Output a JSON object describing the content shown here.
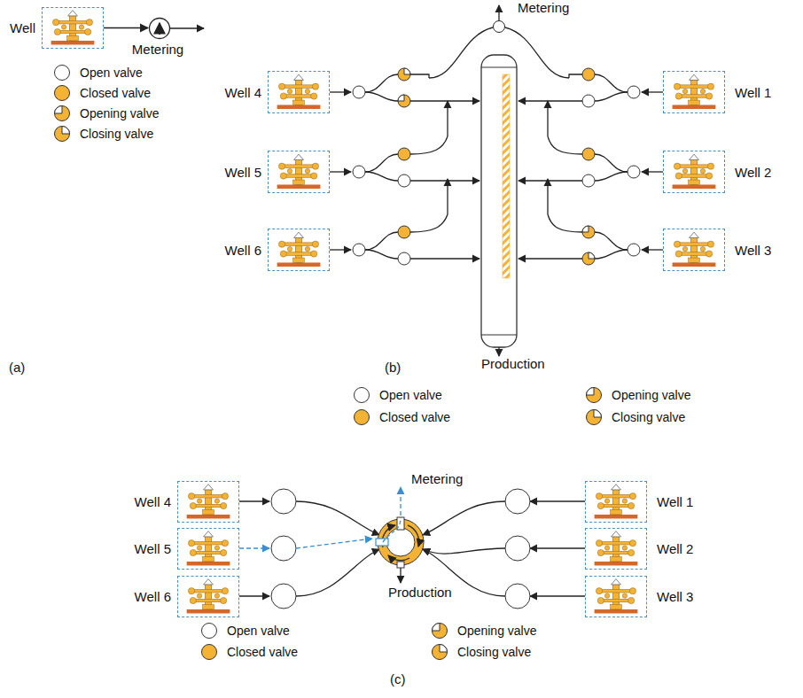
{
  "diagram": {
    "nodes": [
      {
        "text": [
          "Well"
        ]
      },
      {
        "text": [
          "Metering"
        ]
      },
      {
        "text": [
          "Metering"
        ]
      },
      {
        "text": [
          "Well 4"
        ]
      },
      {
        "text": [
          "Well 1"
        ]
      },
      {
        "text": [
          "Well 5"
        ]
      },
      {
        "text": [
          "Well 2"
        ]
      },
      {
        "text": [
          "Well 6"
        ]
      },
      {
        "text": [
          "Well 3"
        ]
      },
      {
        "text": [
          "Well 4"
        ]
      },
      {
        "text": [
          "Well 1"
        ]
      },
      {
        "text": [
          "Well 5"
        ]
      },
      {
        "text": [
          "Well 2"
        ]
      },
      {
        "text": [
          "Well 6"
        ]
      },
      {
        "text": [
          "Well 3"
        ]
      }
    ],
    "edges": [
      {
        "from": 0,
        "to": 1,
        "arrow": "to"
      }
    ],
    "labels": [
      "(a)",
      "(b)",
      "Production",
      "(c)",
      "Metering",
      "Production"
    ],
    "legend": [
      {
        "text": "Open valve",
        "color": "#ffffff"
      },
      {
        "text": "Closed valve",
        "color": "#f5b335"
      },
      {
        "text": "Opening valve"
      },
      {
        "text": "Closing valve"
      },
      {
        "text": "Open valve",
        "color": "#ffffff"
      },
      {
        "text": "Closed valve",
        "color": "#f5b335"
      },
      {
        "text": "Opening valve"
      },
      {
        "text": "Closing valve"
      },
      {
        "text": "Open valve",
        "color": "#ffffff"
      },
      {
        "text": "Closed valve",
        "color": "#f5b335"
      },
      {
        "text": "Opening valve"
      },
      {
        "text": "Closing valve"
      }
    ]
  }
}
